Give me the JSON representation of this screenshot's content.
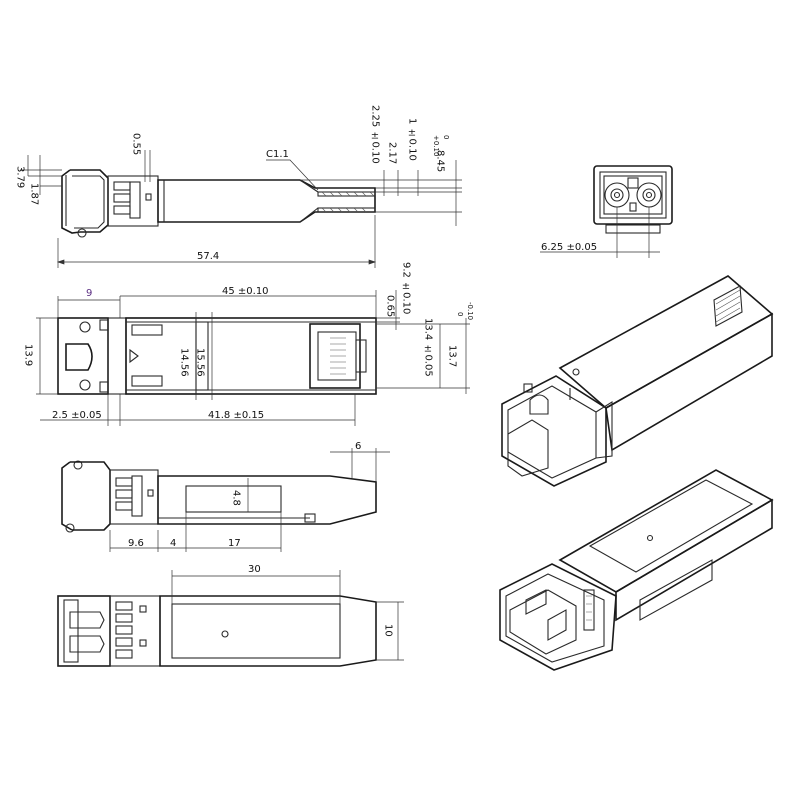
{
  "dimensions": {
    "top_view": {
      "d_3_79": "3.79",
      "d_1_87": "1.87",
      "d_0_55": "0.55",
      "c1_1": "C1.1",
      "d_2_25": "2.25 ±0.10",
      "d_2_17": "2.17",
      "d_1_010": "1 ±0.10",
      "d_8_45": "8.45",
      "d_8_45_tol_upper": "+0.10",
      "d_8_45_tol_lower": "0",
      "d_57_4": "57.4"
    },
    "end_view": {
      "d_6_25": "6.25 ±0.05"
    },
    "plan_view": {
      "d_9": "9",
      "d_45": "45 ±0.10",
      "d_0_65": "0.65",
      "d_9_2": "9.2 ±0.10",
      "d_13_9": "13.9",
      "d_14_56": "14.56",
      "d_15_56": "15.56",
      "d_13_4": "13.4 ±0.05",
      "d_13_7": "13.7",
      "d_13_7_tol_upper": "0",
      "d_13_7_tol_lower": "-0.10",
      "d_2_5": "2.5 ±0.05",
      "d_41_8": "41.8 ±0.15"
    },
    "side_view": {
      "d_6": "6",
      "d_4_8": "4.8",
      "d_9_6": "9.6",
      "d_4": "4",
      "d_17": "17"
    },
    "bottom_view": {
      "d_30": "30",
      "d_10": "10"
    }
  }
}
